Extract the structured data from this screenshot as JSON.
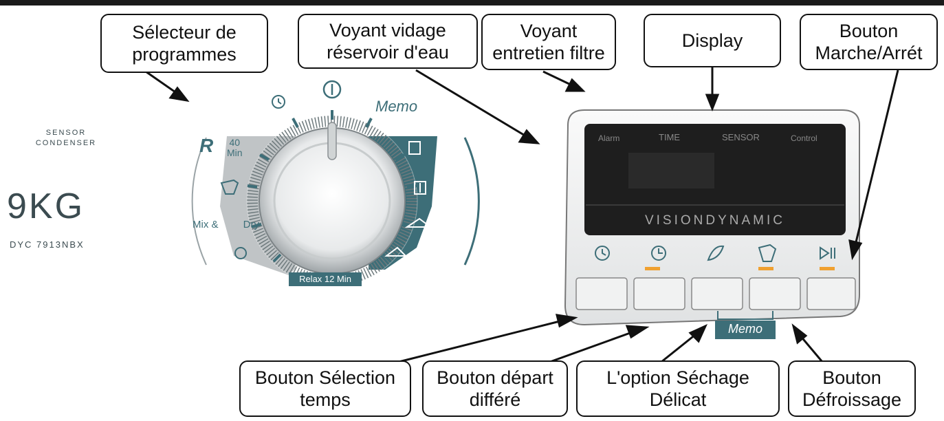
{
  "callouts": {
    "program_selector": [
      "Sélecteur de",
      "programmes"
    ],
    "water_tank": [
      "Voyant vidage",
      "réservoir d'eau"
    ],
    "filter": [
      "Voyant",
      "entretien filtre"
    ],
    "display": [
      "Display"
    ],
    "power": [
      "Bouton",
      "Marche/Arrét"
    ],
    "time_select": [
      "Bouton Sélection",
      "temps"
    ],
    "delay_start": [
      "Bouton départ",
      "différé"
    ],
    "delicate": [
      "L'option  Séchage",
      "Délicat"
    ],
    "anti_crease": [
      "Bouton",
      "Défroissage"
    ]
  },
  "brand": {
    "line1": "SENSOR",
    "line2": "CONDENSER",
    "capacity": "9KG",
    "model": "DYC 7913NBX"
  },
  "dial": {
    "power_symbol": "①",
    "memo": "Memo",
    "r_label": "R",
    "min40": [
      "40",
      "Min"
    ],
    "mix_dry": [
      "Mix &",
      "Dry"
    ],
    "relax": "Relax 12 Min"
  },
  "display_panel": {
    "alarm": "Alarm",
    "time": "TIME",
    "sensor": "SENSOR",
    "control": "Control",
    "brand": "VISIONDYNAMIC"
  },
  "memo_tag": "Memo",
  "colors": {
    "dial_teal": "#3d6e78",
    "dial_grey": "#b9bec0",
    "led_orange": "#f0a030",
    "screen": "#1e1e1e"
  },
  "icons": [
    "clock-icon",
    "delay-start-icon",
    "leaf-icon",
    "anti-crease-icon",
    "play-pause-icon"
  ]
}
